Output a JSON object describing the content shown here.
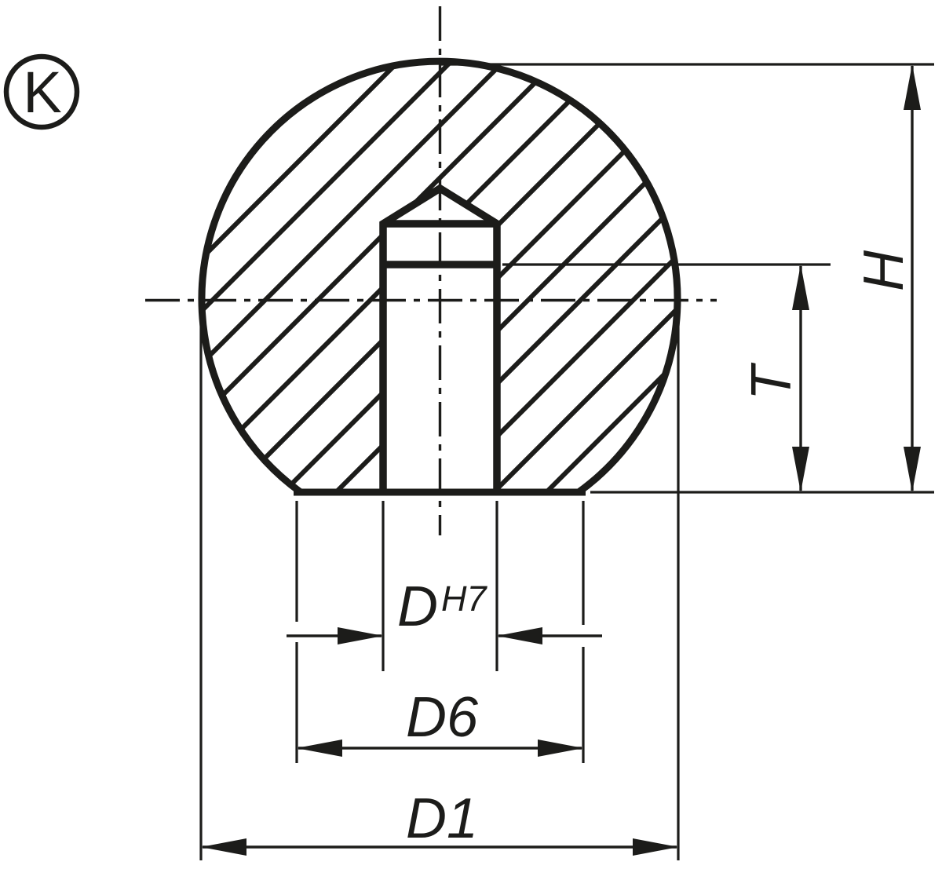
{
  "drawing": {
    "background": "#ffffff",
    "ink_color": "#1c1c1a",
    "view_marker": "K",
    "dimension_labels": {
      "height": "H",
      "depth": "T",
      "bore_diameter": "D",
      "bore_tolerance": "H7",
      "neck_diameter": "D6",
      "ball_diameter": "D1"
    }
  }
}
